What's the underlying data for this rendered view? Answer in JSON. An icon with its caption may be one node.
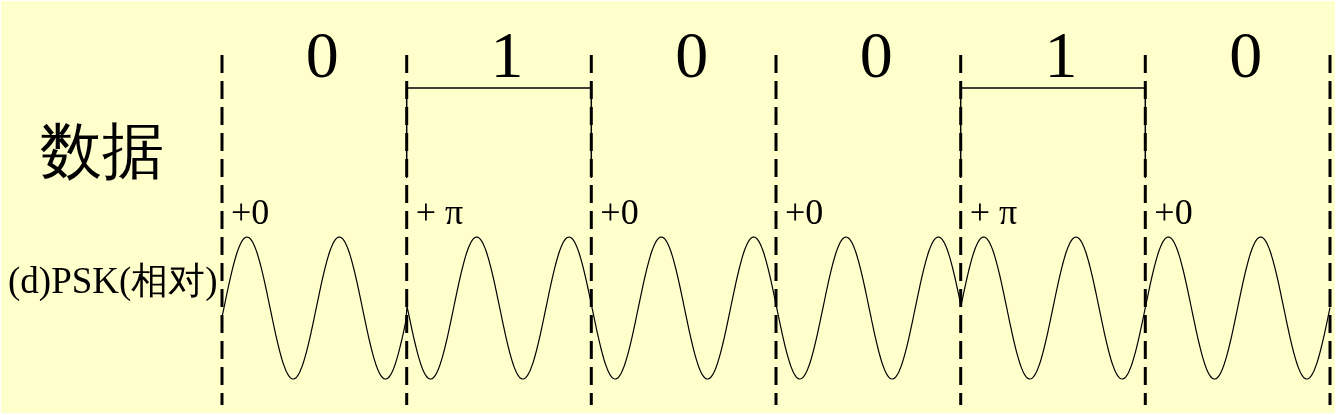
{
  "diagram": {
    "labels": [
      "0",
      "1",
      "0",
      "0",
      "1",
      "0",
      "数据",
      "+0",
      "+ π",
      "+0",
      "+0",
      "+ π",
      "+0",
      "(d)PSK(相对)"
    ]
  }
}
